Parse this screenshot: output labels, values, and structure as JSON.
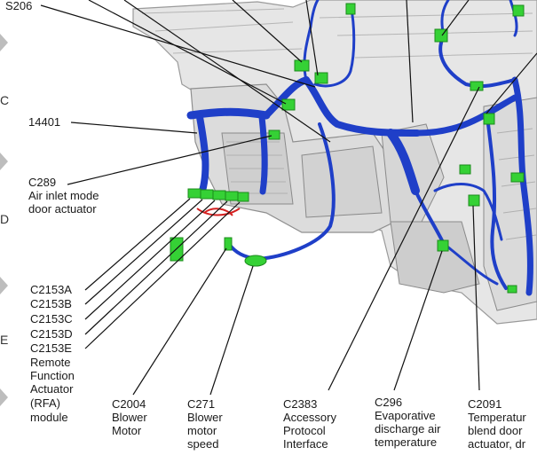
{
  "labels": {
    "s206": "S206",
    "n14401": "14401",
    "c289": {
      "code": "C289",
      "line1": "Air inlet mode",
      "line2": "door actuator"
    },
    "c2153": {
      "a": "C2153A",
      "b": "C2153B",
      "c": "C2153C",
      "d": "C2153D",
      "e": "C2153E",
      "line1": "Remote",
      "line2": "Function",
      "line3": "Actuator",
      "line4": "(RFA)",
      "line5": "module"
    },
    "c2004": {
      "code": "C2004",
      "line1": "Blower",
      "line2": "Motor"
    },
    "c271": {
      "code": "C271",
      "line1": "Blower",
      "line2": "motor",
      "line3": "speed"
    },
    "c2383": {
      "code": "C2383",
      "line1": "Accessory",
      "line2": "Protocol",
      "line3": "Interface"
    },
    "c296": {
      "code": "C296",
      "line1": "Evaporative",
      "line2": "discharge air",
      "line3": "temperature"
    },
    "c2091": {
      "code": "C2091",
      "line1": "Temperatur",
      "line2": "blend door",
      "line3": "actuator, dr"
    }
  },
  "edge_letters": {
    "c": "C",
    "d": "D",
    "e": "E"
  },
  "colors": {
    "harness": "#1f3fc8",
    "harness_dark": "#0e1f8a",
    "connector": "#35d135",
    "housing": "#d9d9d9",
    "housing_dark": "#a8a8a8",
    "leader": "#111111"
  }
}
